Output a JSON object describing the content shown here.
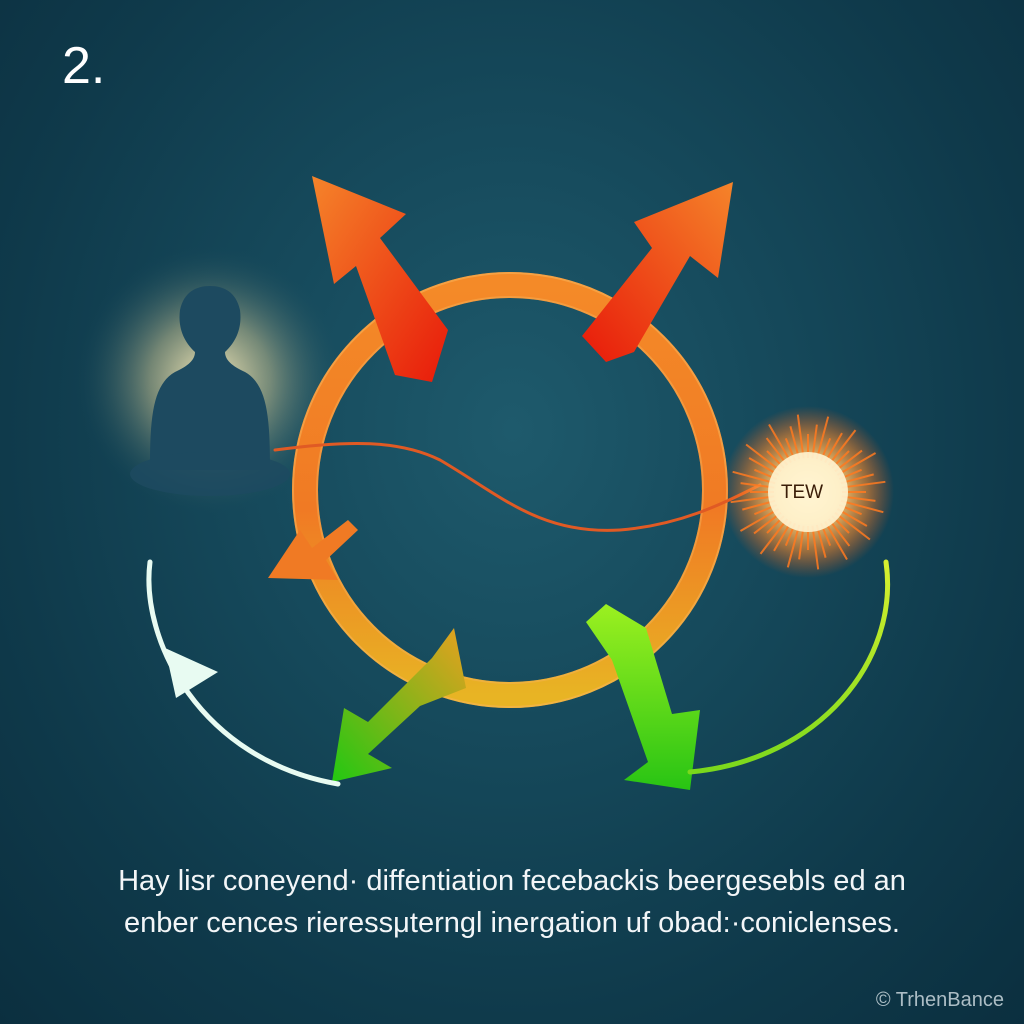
{
  "step_number": "2.",
  "burst_label": "TEW",
  "caption": {
    "line1": "Hay lisr coneyend· diffentiation fecebackis beergesebls ed an",
    "line2": "enber cences rieressμterngl inergation uf obad:·coniclenses."
  },
  "watermark": "© TrhenBance",
  "colors": {
    "background": "#164a5c",
    "ring_top": "#f08a24",
    "ring_bottom": "#e8b020",
    "arrow_red": "#e8200c",
    "arrow_orange": "#f07a24",
    "arrow_green": "#32cc10",
    "arrow_lime": "#8aee20",
    "return_arrow": "#e8fbf2",
    "silhouette": "#1d4a60"
  },
  "icons": [
    "person-silhouette-icon",
    "starburst-icon"
  ]
}
